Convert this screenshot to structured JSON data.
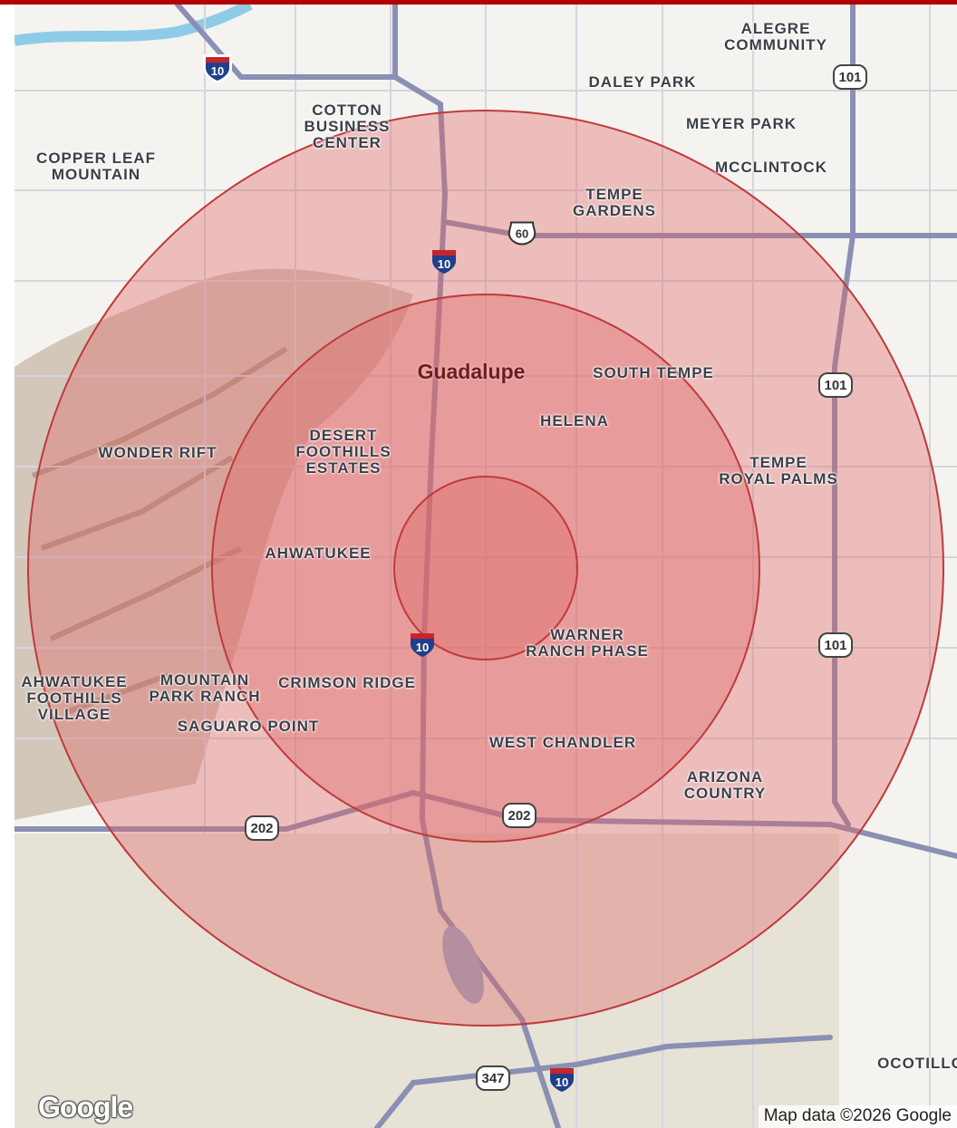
{
  "map": {
    "labels": [
      {
        "id": "alegre",
        "text": "ALEGRE\nCOMMUNITY"
      },
      {
        "id": "daley",
        "text": "DALEY PARK"
      },
      {
        "id": "cotton",
        "text": "COTTON\nBUSINESS\nCENTER"
      },
      {
        "id": "meyer",
        "text": "MEYER PARK"
      },
      {
        "id": "copper",
        "text": "COPPER LEAF\nMOUNTAIN"
      },
      {
        "id": "mcclintock",
        "text": "MCCLINTOCK"
      },
      {
        "id": "tempegardens",
        "text": "TEMPE\nGARDENS"
      },
      {
        "id": "guadalupe",
        "text": "Guadalupe"
      },
      {
        "id": "southtempe",
        "text": "SOUTH TEMPE"
      },
      {
        "id": "helena",
        "text": "HELENA"
      },
      {
        "id": "desert",
        "text": "DESERT\nFOOTHILLS\nESTATES"
      },
      {
        "id": "wonder",
        "text": "WONDER RIFT"
      },
      {
        "id": "tempeRoyal",
        "text": "TEMPE\nROYAL PALMS"
      },
      {
        "id": "ahwatukee",
        "text": "AHWATUKEE"
      },
      {
        "id": "warner",
        "text": "WARNER\nRANCH PHASE"
      },
      {
        "id": "ahwFoothills",
        "text": "AHWATUKEE\nFOOTHILLS\nVILLAGE"
      },
      {
        "id": "mountainPark",
        "text": "MOUNTAIN\nPARK RANCH"
      },
      {
        "id": "crimson",
        "text": "CRIMSON RIDGE"
      },
      {
        "id": "saguaro",
        "text": "SAGUARO POINT"
      },
      {
        "id": "westChandler",
        "text": "WEST CHANDLER"
      },
      {
        "id": "arizona",
        "text": "ARIZONA\nCOUNTRY"
      },
      {
        "id": "ocotillo",
        "text": "OCOTILLO"
      }
    ],
    "shields": [
      {
        "id": "i10a",
        "type": "interstate",
        "num": "10"
      },
      {
        "id": "i10b",
        "type": "interstate",
        "num": "10"
      },
      {
        "id": "i10c",
        "type": "interstate",
        "num": "10"
      },
      {
        "id": "i10d",
        "type": "interstate",
        "num": "10"
      },
      {
        "id": "us60",
        "type": "us",
        "num": "60"
      },
      {
        "id": "h101a",
        "type": "state",
        "num": "101"
      },
      {
        "id": "h101b",
        "type": "state",
        "num": "101"
      },
      {
        "id": "h101c",
        "type": "state",
        "num": "101"
      },
      {
        "id": "h202a",
        "type": "state",
        "num": "202"
      },
      {
        "id": "h202b",
        "type": "state",
        "num": "202"
      },
      {
        "id": "h347",
        "type": "state",
        "num": "347"
      }
    ],
    "radius_rings": {
      "count": 3,
      "fill": "#e06666",
      "stroke": "#c0393b"
    },
    "logo": "Google",
    "attribution": "Map data ©2026 Google"
  }
}
